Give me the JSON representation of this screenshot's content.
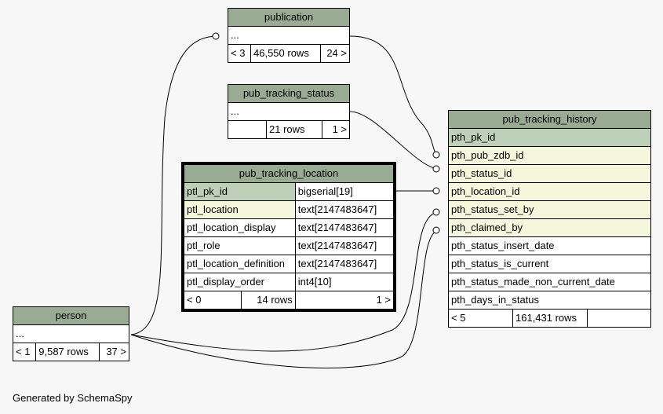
{
  "publication": {
    "title": "publication",
    "row": "...",
    "left": "< 3",
    "rows": "46,550 rows",
    "right": "24 >"
  },
  "pub_tracking_status": {
    "title": "pub_tracking_status",
    "row": "...",
    "left": "",
    "rows": "21 rows",
    "right": "1 >"
  },
  "pub_tracking_location": {
    "title": "pub_tracking_location",
    "columns": [
      {
        "name": "ptl_pk_id",
        "type": "bigserial[19]"
      },
      {
        "name": "ptl_location",
        "type": "text[2147483647]"
      },
      {
        "name": "ptl_location_display",
        "type": "text[2147483647]"
      },
      {
        "name": "ptl_role",
        "type": "text[2147483647]"
      },
      {
        "name": "ptl_location_definition",
        "type": "text[2147483647]"
      },
      {
        "name": "ptl_display_order",
        "type": "int4[10]"
      }
    ],
    "left": "< 0",
    "rows": "14 rows",
    "right": "1 >"
  },
  "pub_tracking_history": {
    "title": "pub_tracking_history",
    "columns": [
      "pth_pk_id",
      "pth_pub_zdb_id",
      "pth_status_id",
      "pth_location_id",
      "pth_status_set_by",
      "pth_claimed_by",
      "pth_status_insert_date",
      "pth_status_is_current",
      "pth_status_made_non_current_date",
      "pth_days_in_status"
    ],
    "left": "< 5",
    "rows": "161,431 rows",
    "right": ""
  },
  "person": {
    "title": "person",
    "row": "...",
    "left": "< 1",
    "rows": "9,587 rows",
    "right": "37 >"
  },
  "footer": "Generated by SchemaSpy",
  "colors": {
    "header": "#9aab94",
    "pk": "#bfd0b9",
    "fk": "#f4f7dc",
    "background": "#f7f7f7"
  }
}
